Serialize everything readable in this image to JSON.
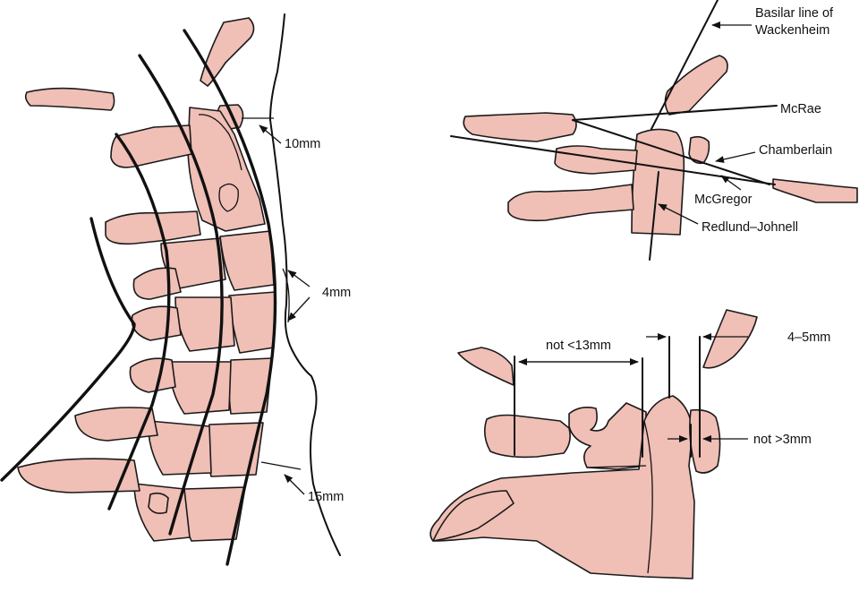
{
  "labels": {
    "basilar_line": [
      "Basilar line of",
      "Wackenheim"
    ],
    "mcrae": "McRae",
    "chamberlain": "Chamberlain",
    "mcgregor": "McGregor",
    "redlund_johnell": "Redlund–Johnell",
    "measure_10mm": "10mm",
    "measure_4mm": "4mm",
    "measure_15mm": "15mm",
    "not_lt_13mm": "not <13mm",
    "measure_4_5mm": "4–5mm",
    "not_gt_3mm": "not >3mm"
  },
  "colors": {
    "bone_fill": "#f0bfb6",
    "line": "#111111"
  }
}
